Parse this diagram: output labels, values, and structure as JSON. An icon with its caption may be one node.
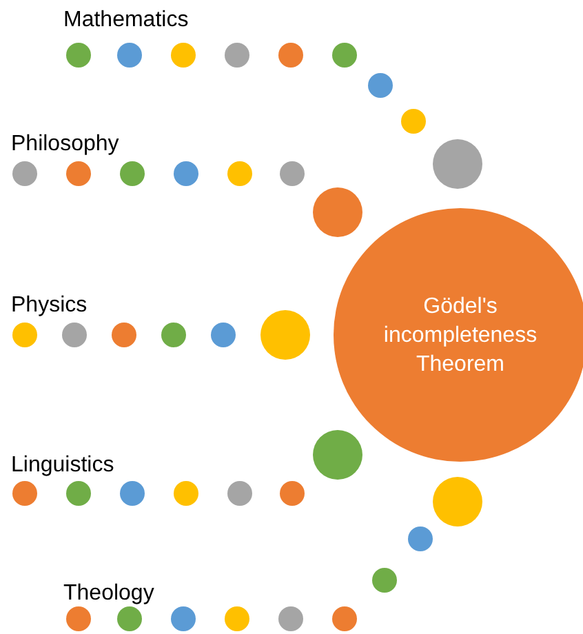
{
  "diagram": {
    "nodes": [
      {
        "text": [
          "Mathematics"
        ]
      },
      {
        "text": [
          "Philosophy"
        ]
      },
      {
        "text": [
          "Physics"
        ]
      },
      {
        "text": [
          "Linguistics"
        ]
      },
      {
        "text": [
          "Theology"
        ]
      },
      {
        "text": [
          "Gödel's incompleteness Theorem"
        ]
      }
    ]
  }
}
